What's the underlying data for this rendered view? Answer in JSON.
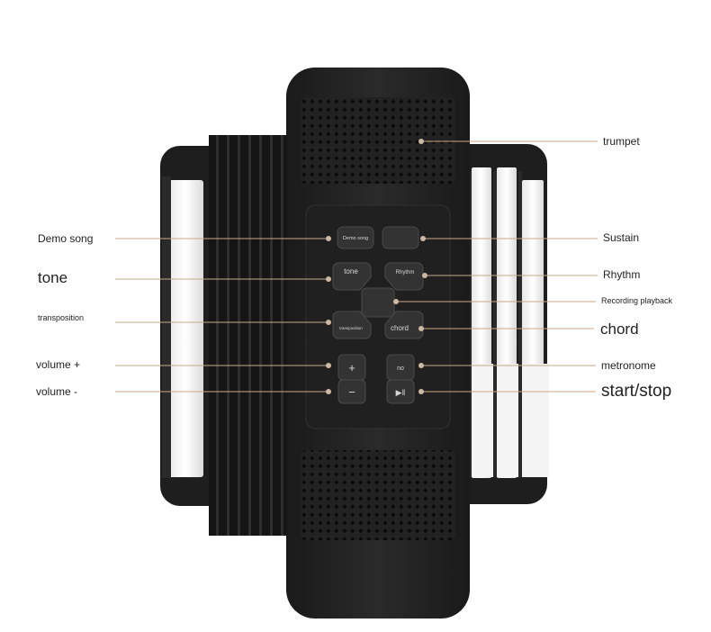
{
  "colors": {
    "body": "#1c1c1c",
    "panel": "#262626",
    "key_white": "#f2f2f2",
    "leader_line": "#c9a98a",
    "dot": "#cdb9a3"
  },
  "device": {
    "buttons": {
      "demo_song": "Demo song",
      "tone": "tone",
      "rhythm": "Rhythm",
      "transposition": "transposition",
      "chord": "chord",
      "volume_plus": "+",
      "volume_minus": "−",
      "metronome": "no",
      "start_stop": "▶‖"
    }
  },
  "labels": {
    "left": [
      {
        "id": "demo-song",
        "text": "Demo song"
      },
      {
        "id": "tone",
        "text": "tone"
      },
      {
        "id": "transposition",
        "text": "transposition"
      },
      {
        "id": "volume-plus",
        "text": "volume +"
      },
      {
        "id": "volume-minus",
        "text": "volume -"
      }
    ],
    "right": [
      {
        "id": "trumpet",
        "text": "trumpet"
      },
      {
        "id": "sustain",
        "text": "Sustain"
      },
      {
        "id": "rhythm",
        "text": "Rhythm"
      },
      {
        "id": "recording-playback",
        "text": "Recording playback"
      },
      {
        "id": "chord",
        "text": "chord"
      },
      {
        "id": "metronome",
        "text": "metronome"
      },
      {
        "id": "start-stop",
        "text": "start/stop"
      }
    ]
  }
}
